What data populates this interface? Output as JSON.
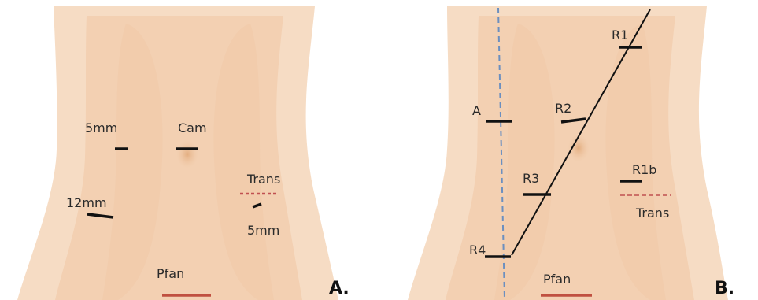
{
  "colors": {
    "skin_outer": "#f6dcc4",
    "skin_mid": "#f3d0b2",
    "skin_inner": "#f0c9a7",
    "navel": "#e8b88a",
    "port_mark": "#111111",
    "pfan_incision": "#c05040",
    "trans_line": "#c05050",
    "midline_dash": "#6b8fc0",
    "diagonal_line": "#111111"
  },
  "panel_a": {
    "panel_label": "A.",
    "labels": {
      "port_5mm_upper": "5mm",
      "camera": "Cam",
      "port_12mm": "12mm",
      "transverse": "Trans",
      "port_5mm_lower": "5mm",
      "pfannenstiel": "Pfan"
    }
  },
  "panel_b": {
    "panel_label": "B.",
    "labels": {
      "robot_1": "R1",
      "assist": "A",
      "robot_2": "R2",
      "robot_3": "R3",
      "robot_1b": "R1b",
      "transverse": "Trans",
      "robot_4": "R4",
      "pfannenstiel": "Pfan"
    }
  }
}
